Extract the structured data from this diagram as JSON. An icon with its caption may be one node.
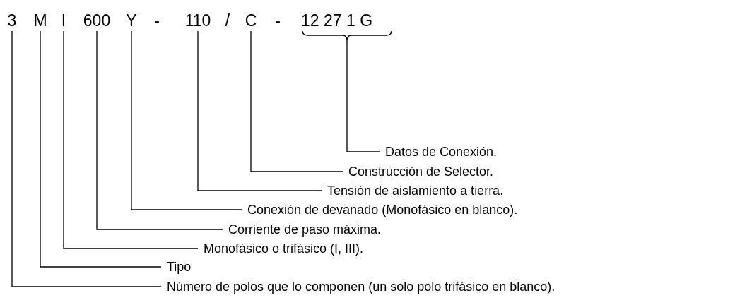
{
  "diagram": {
    "nodes": [
      {
        "text": [
          "3"
        ]
      },
      {
        "text": [
          "M"
        ]
      },
      {
        "text": [
          "I"
        ]
      },
      {
        "text": [
          "600"
        ]
      },
      {
        "text": [
          "Y"
        ]
      },
      {
        "text": [
          "110"
        ]
      },
      {
        "text": [
          "C"
        ]
      },
      {
        "text": [
          "12 27 1 G"
        ]
      },
      {
        "text": [
          "Datos de Conexión."
        ]
      },
      {
        "text": [
          "Construcción de Selector."
        ]
      },
      {
        "text": [
          "Tensión de aislamiento a tierra."
        ]
      },
      {
        "text": [
          "Conexión de devanado (Monofásico en blanco)."
        ]
      },
      {
        "text": [
          "Corriente de paso máxima."
        ]
      },
      {
        "text": [
          "Monofásico o trifásico (I, III)."
        ]
      },
      {
        "text": [
          "Tipo"
        ]
      },
      {
        "text": [
          "Número de polos que lo componen (un solo polo trifásico en blanco)."
        ]
      }
    ],
    "edges": [
      {
        "from": 7,
        "to": 8,
        "arrow": "none"
      },
      {
        "from": 6,
        "to": 9,
        "arrow": "none"
      },
      {
        "from": 5,
        "to": 10,
        "arrow": "none"
      },
      {
        "from": 4,
        "to": 11,
        "arrow": "none"
      },
      {
        "from": 3,
        "to": 12,
        "arrow": "none"
      },
      {
        "from": 2,
        "to": 13,
        "arrow": "none"
      },
      {
        "from": 1,
        "to": 14,
        "arrow": "none"
      },
      {
        "from": 0,
        "to": 15,
        "arrow": "none"
      }
    ],
    "labels": [
      "-",
      "/",
      "-"
    ]
  }
}
